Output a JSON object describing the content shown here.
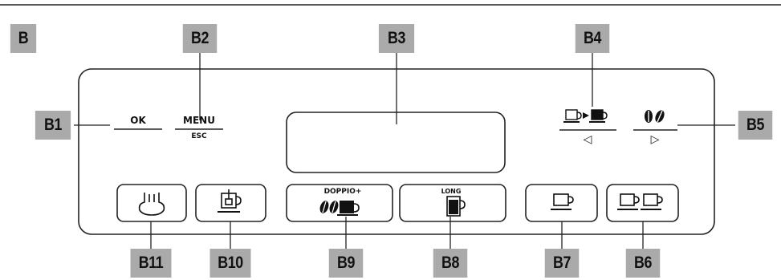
{
  "section_label": "B",
  "callouts": {
    "b1": "B1",
    "b2": "B2",
    "b3": "B3",
    "b4": "B4",
    "b5": "B5",
    "b6": "B6",
    "b7": "B7",
    "b8": "B8",
    "b9": "B9",
    "b10": "B10",
    "b11": "B11"
  },
  "panel": {
    "ok_label": "OK",
    "menu_label": "MENU",
    "esc_label": "ESC",
    "left_arrow": "◁",
    "right_arrow": "▷",
    "doppio_label": "DOPPIO+",
    "long_label": "LONG"
  },
  "icons": {
    "b1": "ok-button",
    "b2": "menu-esc-button",
    "b3": "display",
    "b4": "rinse-left-button",
    "b5": "aroma-right-button",
    "b6": "two-cups-button",
    "b7": "one-cup-button",
    "b8": "long-coffee-button",
    "b9": "doppio-plus-button",
    "b10": "hot-water-button",
    "b11": "steam-button"
  },
  "colors": {
    "callout_bg": "#aaaaaa",
    "line": "#222222"
  }
}
